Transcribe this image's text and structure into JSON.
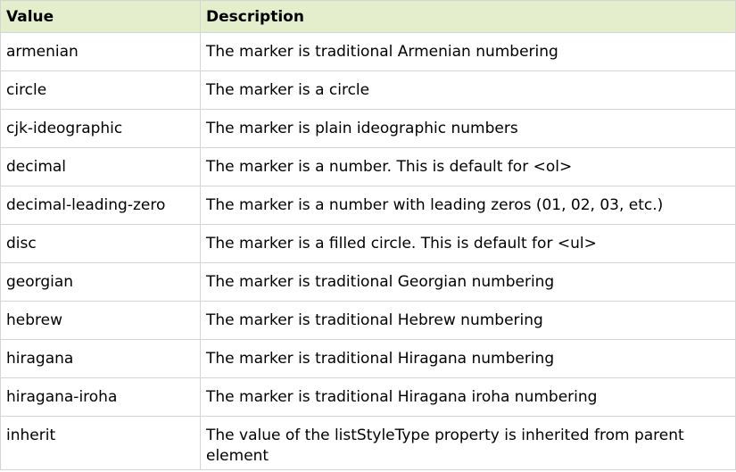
{
  "table": {
    "headers": [
      "Value",
      "Description"
    ],
    "rows": [
      {
        "value": "armenian",
        "description": "The marker is traditional Armenian numbering"
      },
      {
        "value": "circle",
        "description": "The marker is a circle"
      },
      {
        "value": "cjk-ideographic",
        "description": "The marker is plain ideographic numbers"
      },
      {
        "value": "decimal",
        "description": "The marker is a number. This is default for <ol>"
      },
      {
        "value": "decimal-leading-zero",
        "description": "The marker is a number with leading zeros (01, 02, 03, etc.)"
      },
      {
        "value": "disc",
        "description": "The marker is a filled circle. This is default for <ul>"
      },
      {
        "value": "georgian",
        "description": "The marker is traditional Georgian numbering"
      },
      {
        "value": "hebrew",
        "description": "The marker is traditional Hebrew numbering"
      },
      {
        "value": "hiragana",
        "description": "The marker is traditional Hiragana numbering"
      },
      {
        "value": "hiragana-iroha",
        "description": "The marker is traditional Hiragana iroha numbering"
      },
      {
        "value": "inherit",
        "description": "The value of the listStyleType property is inherited from parent element"
      }
    ]
  }
}
